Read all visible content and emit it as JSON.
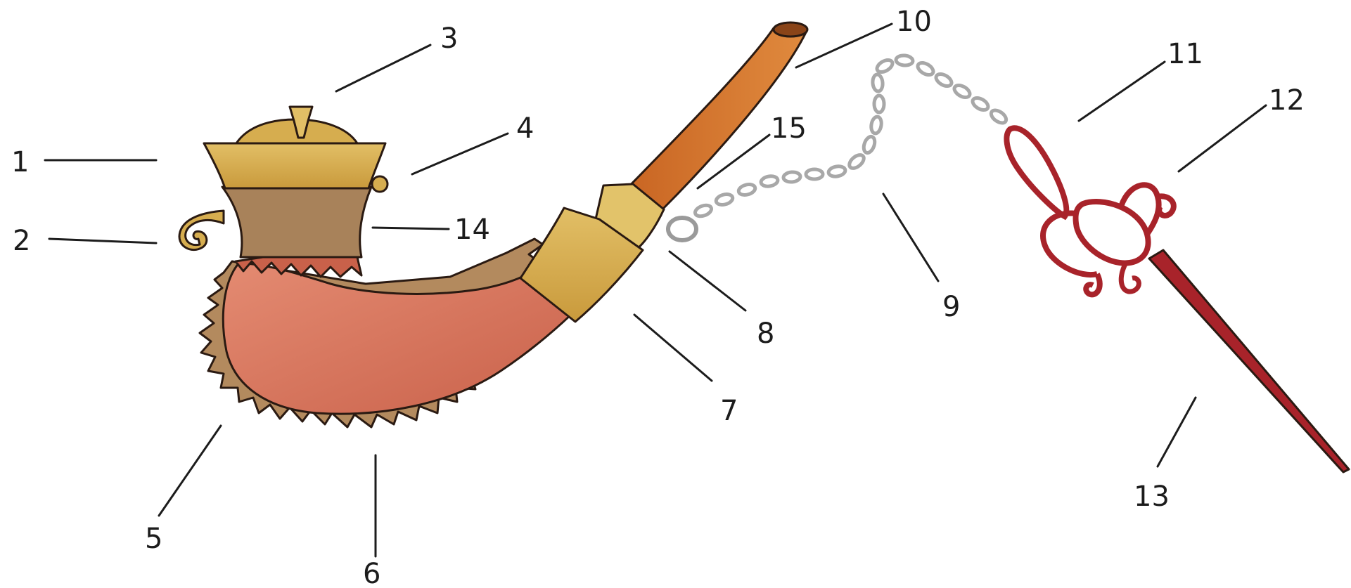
{
  "diagram": {
    "labels": [
      {
        "id": "1",
        "text": "1"
      },
      {
        "id": "2",
        "text": "2"
      },
      {
        "id": "3",
        "text": "3"
      },
      {
        "id": "4",
        "text": "4"
      },
      {
        "id": "5",
        "text": "5"
      },
      {
        "id": "6",
        "text": "6"
      },
      {
        "id": "7",
        "text": "7"
      },
      {
        "id": "8",
        "text": "8"
      },
      {
        "id": "9",
        "text": "9"
      },
      {
        "id": "10",
        "text": "10"
      },
      {
        "id": "11",
        "text": "11"
      },
      {
        "id": "12",
        "text": "12"
      },
      {
        "id": "13",
        "text": "13"
      },
      {
        "id": "14",
        "text": "14"
      },
      {
        "id": "15",
        "text": "15"
      }
    ],
    "colors": {
      "background": "#ffffff",
      "body_leather": "#d9735a",
      "brown_trim": "#b38a5e",
      "brass": "#d6ad4f",
      "collar": "#a8825a",
      "spout": "#d2732d",
      "chain": "#b9b9b9",
      "pick": "#a8232a",
      "outline": "#2a1a12"
    }
  }
}
